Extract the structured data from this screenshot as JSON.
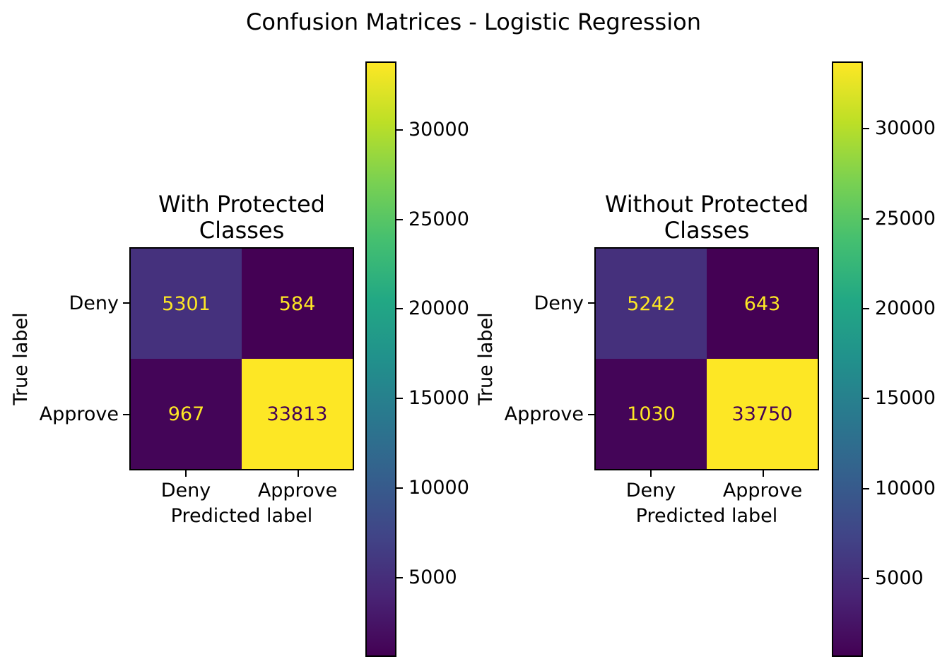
{
  "figure": {
    "title": "Confusion Matrices - Logistic Regression",
    "background": "#ffffff",
    "text_color": "#000000"
  },
  "colormap": {
    "name": "viridis",
    "stops": [
      "#440154",
      "#482475",
      "#414487",
      "#355f8d",
      "#2a788e",
      "#21918c",
      "#22a884",
      "#44bf70",
      "#7ad151",
      "#bddf26",
      "#fde725"
    ],
    "annotation_light": "#fde725",
    "annotation_dark": "#440154"
  },
  "chart_data": [
    {
      "type": "heatmap",
      "subtype": "confusion-matrix",
      "title": "With Protected\nClasses",
      "xlabel": "Predicted label",
      "ylabel": "True label",
      "x_tick_labels": [
        "Deny",
        "Approve"
      ],
      "y_tick_labels": [
        "Deny",
        "Approve"
      ],
      "values": [
        [
          5301,
          584
        ],
        [
          967,
          33813
        ]
      ],
      "vmin": 584,
      "vmax": 33813,
      "colorbar_ticks": [
        5000,
        10000,
        15000,
        20000,
        25000,
        30000
      ],
      "colormap": "viridis",
      "legend": "colorbar-right",
      "grid": false
    },
    {
      "type": "heatmap",
      "subtype": "confusion-matrix",
      "title": "Without Protected\nClasses",
      "xlabel": "Predicted label",
      "ylabel": "True label",
      "x_tick_labels": [
        "Deny",
        "Approve"
      ],
      "y_tick_labels": [
        "Deny",
        "Approve"
      ],
      "values": [
        [
          5242,
          643
        ],
        [
          1030,
          33750
        ]
      ],
      "vmin": 643,
      "vmax": 33750,
      "colorbar_ticks": [
        5000,
        10000,
        15000,
        20000,
        25000,
        30000
      ],
      "colormap": "viridis",
      "legend": "colorbar-right",
      "grid": false
    }
  ]
}
